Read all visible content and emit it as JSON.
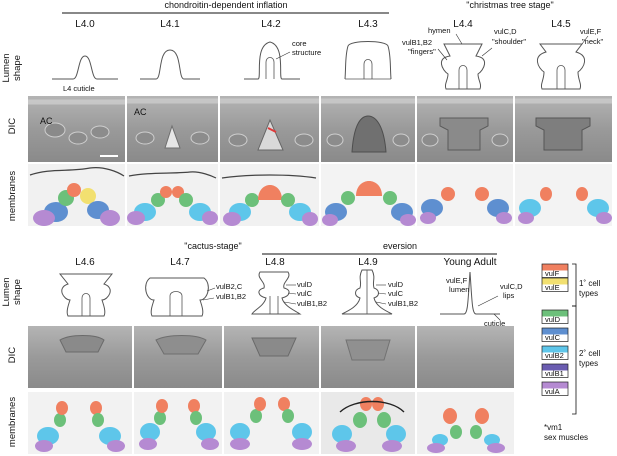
{
  "headers": {
    "inflation": "chondroitin-dependent inflation",
    "christmas": "\"christmas tree stage\"",
    "cactus": "\"cactus-stage\"",
    "eversion": "eversion"
  },
  "row_labels": {
    "lumen": "Lumen",
    "shape": "shape",
    "dic": "DIC",
    "membranes": "membranes"
  },
  "stages_top": [
    "L4.0",
    "L4.1",
    "L4.2",
    "L4.3",
    "L4.4",
    "L4.5"
  ],
  "stages_bottom": [
    "L4.6",
    "L4.7",
    "L4.8",
    "L4.9",
    "Young Adult"
  ],
  "annotations": {
    "l4_cuticle": "L4 cuticle",
    "core_l1": "core",
    "core_l2": "structure",
    "ac": "AC",
    "hymen": "hymen",
    "fingers_l1": "vulB1,B2",
    "fingers_l2": "\"fingers\"",
    "shoulder_l1": "vulC,D",
    "shoulder_l2": "\"shoulder\"",
    "neck_l1": "vulE,F",
    "neck_l2": "\"neck\"",
    "l47_b2c": "vulB2,C",
    "l47_b1b2": "vulB1,B2",
    "l48_d": "vulD",
    "l48_c": "vulC",
    "l48_b1b2": "vulB1,B2",
    "l49_d": "vulD",
    "l49_c": "vulC",
    "l49_b1b2": "vulB1,B2",
    "ya_ef_l1": "vulE,F",
    "ya_ef_l2": "lumen",
    "ya_cd_l1": "vulC,D",
    "ya_cd_l2": "lips",
    "cuticle": "cuticle"
  },
  "legend": {
    "items": [
      {
        "label": "vulF",
        "color": "#f08060"
      },
      {
        "label": "vulE",
        "color": "#f2e070"
      },
      {
        "label": "vulD",
        "color": "#6cc07a"
      },
      {
        "label": "vulC",
        "color": "#5e8fd0"
      },
      {
        "label": "vulB2",
        "color": "#5ec6ea"
      },
      {
        "label": "vulB1",
        "color": "#6a5cb0"
      },
      {
        "label": "vulA",
        "color": "#b58ad2"
      }
    ],
    "primary_l1": "1˚ cell",
    "primary_l2": "types",
    "secondary_l1": "2˚ cell",
    "secondary_l2": "types",
    "vm1_l1": "*vm1",
    "vm1_l2": "sex muscles"
  }
}
